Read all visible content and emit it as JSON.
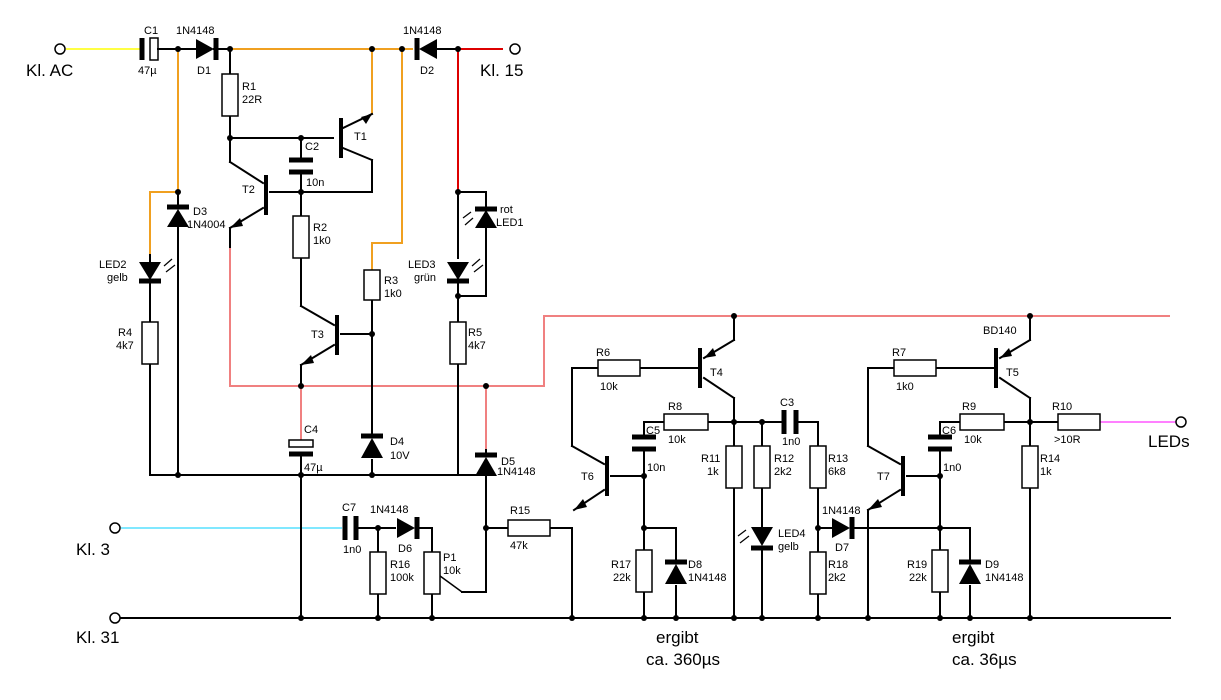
{
  "terminals": {
    "ac": "Kl. AC",
    "k15": "Kl. 15",
    "k3": "Kl. 3",
    "k31": "Kl. 31",
    "leds": "LEDs"
  },
  "notes": {
    "n1_line1": "ergibt",
    "n1_line2": "ca. 360µs",
    "n2_line1": "ergibt",
    "n2_line2": "ca. 36µs"
  },
  "components": {
    "C1": {
      "ref": "C1",
      "value": "47µ"
    },
    "C2": {
      "ref": "C2",
      "value": "10n"
    },
    "C3": {
      "ref": "C3",
      "value": "1n0"
    },
    "C4": {
      "ref": "C4",
      "value": "47µ"
    },
    "C5": {
      "ref": "C5",
      "value": "10n"
    },
    "C6": {
      "ref": "C6",
      "value": "1n0"
    },
    "C7": {
      "ref": "C7",
      "value": "1n0"
    },
    "D1": {
      "ref": "D1",
      "value": "1N4148"
    },
    "D2": {
      "ref": "D2",
      "value": "1N4148"
    },
    "D3": {
      "ref": "D3",
      "value": "1N4004"
    },
    "D4": {
      "ref": "D4",
      "value": "10V"
    },
    "D5": {
      "ref": "D5",
      "value": "1N4148"
    },
    "D6": {
      "ref": "D6",
      "value": "1N4148"
    },
    "D7": {
      "ref": "D7",
      "value": "1N4148"
    },
    "D8": {
      "ref": "D8",
      "value": "1N4148"
    },
    "D9": {
      "ref": "D9",
      "value": "1N4148"
    },
    "LED1": {
      "ref": "LED1",
      "value": "rot"
    },
    "LED2": {
      "ref": "LED2",
      "value": "gelb"
    },
    "LED3": {
      "ref": "LED3",
      "value": "grün"
    },
    "LED4": {
      "ref": "LED4",
      "value": "gelb"
    },
    "R1": {
      "ref": "R1",
      "value": "22R"
    },
    "R2": {
      "ref": "R2",
      "value": "1k0"
    },
    "R3": {
      "ref": "R3",
      "value": "1k0"
    },
    "R4": {
      "ref": "R4",
      "value": "4k7"
    },
    "R5": {
      "ref": "R5",
      "value": "4k7"
    },
    "R6": {
      "ref": "R6",
      "value": "10k"
    },
    "R7": {
      "ref": "R7",
      "value": "1k0"
    },
    "R8": {
      "ref": "R8",
      "value": "10k"
    },
    "R9": {
      "ref": "R9",
      "value": "10k"
    },
    "R10": {
      "ref": "R10",
      "value": ">10R"
    },
    "R11": {
      "ref": "R11",
      "value": "1k"
    },
    "R12": {
      "ref": "R12",
      "value": "2k2"
    },
    "R13": {
      "ref": "R13",
      "value": "6k8"
    },
    "R14": {
      "ref": "R14",
      "value": "1k"
    },
    "R15": {
      "ref": "R15",
      "value": "47k"
    },
    "R16": {
      "ref": "R16",
      "value": "100k"
    },
    "R17": {
      "ref": "R17",
      "value": "22k"
    },
    "R18": {
      "ref": "R18",
      "value": "2k2"
    },
    "R19": {
      "ref": "R19",
      "value": "22k"
    },
    "P1": {
      "ref": "P1",
      "value": "10k"
    },
    "T1": {
      "ref": "T1"
    },
    "T2": {
      "ref": "T2"
    },
    "T3": {
      "ref": "T3"
    },
    "T4": {
      "ref": "T4"
    },
    "T5": {
      "ref": "T5",
      "value": "BD140"
    },
    "T6": {
      "ref": "T6"
    },
    "T7": {
      "ref": "T7"
    }
  },
  "colors": {
    "ac_wire": "#ffff44",
    "supply_wire": "#f0a020",
    "k15_wire": "#dd0000",
    "rail_wire": "#f08080",
    "k3_wire": "#80e8ff",
    "leds_wire": "#ff80ff"
  }
}
